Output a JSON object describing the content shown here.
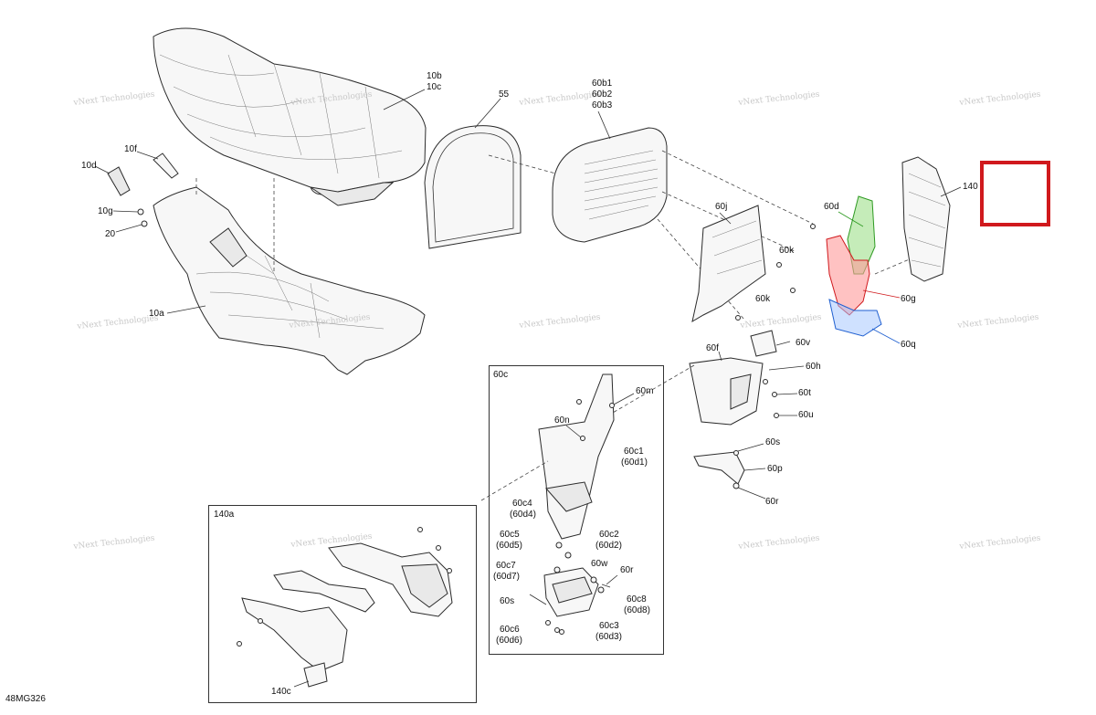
{
  "figure_code": "48MG326",
  "watermark": "vNext Technologies",
  "highlight_color": "#d0191d",
  "labels": {
    "l_10b": "10b",
    "l_10c": "10c",
    "l_10f": "10f",
    "l_10d": "10d",
    "l_10g": "10g",
    "l_20": "20",
    "l_10a": "10a",
    "l_55": "55",
    "l_60b1": "60b1",
    "l_60b2": "60b2",
    "l_60b3": "60b3",
    "l_60j": "60j",
    "l_60k_1": "60k",
    "l_60k_2": "60k",
    "l_60d": "60d",
    "l_140": "140",
    "l_60g": "60g",
    "l_60q": "60q",
    "l_60f": "60f",
    "l_60v": "60v",
    "l_60h": "60h",
    "l_60t": "60t",
    "l_60u": "60u",
    "l_60s_1": "60s",
    "l_60p": "60p",
    "l_60r_1": "60r",
    "l_60c": "60c",
    "l_60m": "60m",
    "l_60n": "60n",
    "l_60c1": "60c1",
    "l_60d1": "(60d1)",
    "l_60c4": "60c4",
    "l_60d4": "(60d4)",
    "l_60c5": "60c5",
    "l_60d5": "(60d5)",
    "l_60c2": "60c2",
    "l_60d2": "(60d2)",
    "l_60c7": "60c7",
    "l_60d7": "(60d7)",
    "l_60w": "60w",
    "l_60r_2": "60r",
    "l_60s_2": "60s",
    "l_60c8": "60c8",
    "l_60d8": "(60d8)",
    "l_60c6": "60c6",
    "l_60d6": "(60d6)",
    "l_60c3": "60c3",
    "l_60d3": "(60d3)",
    "l_140a": "140a",
    "l_140c": "140c"
  }
}
